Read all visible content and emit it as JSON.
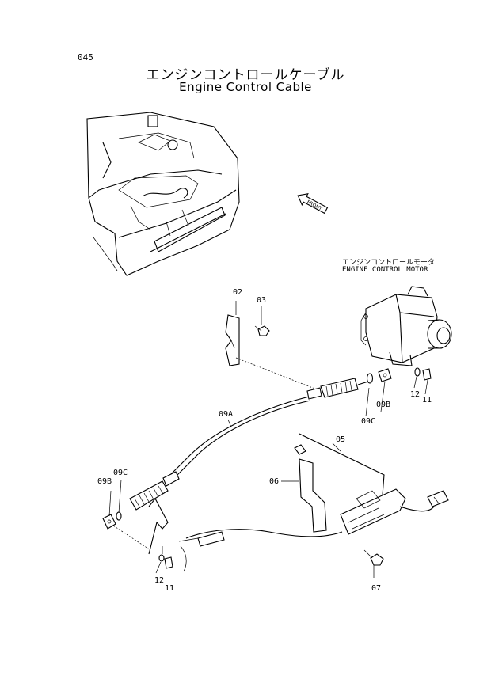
{
  "page_number": "045",
  "title_jp": "エンジンコントロールケーブル",
  "title_en": "Engine Control Cable",
  "front_arrow_label": "FRONT",
  "motor_label_jp": "エンジンコントロールモータ",
  "motor_label_en": "ENGINE CONTROL MOTOR",
  "callouts": {
    "c02": "02",
    "c03": "03",
    "c09c_top": "09C",
    "c09b_top": "09B",
    "c12_top": "12",
    "c11_top": "11",
    "c09a": "09A",
    "c05": "05",
    "c06": "06",
    "c09b_left": "09B",
    "c09c_left": "09C",
    "c12_bottom": "12",
    "c11_bottom": "11",
    "c07": "07"
  }
}
